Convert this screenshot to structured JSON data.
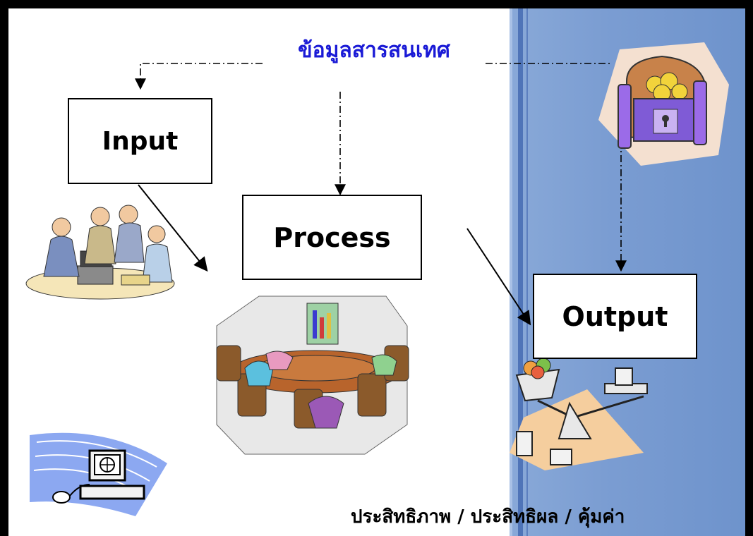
{
  "diagram": {
    "title": "ข้อมูลสารสนเทศ",
    "input_label": "Input",
    "process_label": "Process",
    "output_label": "Output",
    "footer": "ประสิทธิภาพ / ประสิทธิผล / คุ้มค่า"
  },
  "colors": {
    "title": "#1a1ad6",
    "panel": "#7b9dd2",
    "border": "#000000"
  },
  "icons": [
    "people-at-laptop-icon",
    "meeting-table-icon",
    "treasure-chest-icon",
    "scale-icon",
    "computer-icon"
  ]
}
